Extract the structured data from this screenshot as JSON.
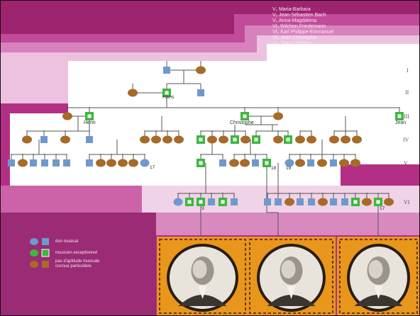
{
  "notes": [
    "V₁ Maria-Barbara",
    "V₁ Jean-Sébastien Bach",
    "V₂ Anna-Magdalena",
    "VI₁ Wilchen Friedemann",
    "VI₂ Karl Philippe-Emmanuel",
    "VI₃ Jean Christophe",
    "VI₄ Jean Chrétien"
  ],
  "names": {
    "hans": "Hans",
    "henri": "Henri",
    "christophe": "Christophe",
    "jean": "Jean"
  },
  "generations": [
    "I",
    "II",
    "III",
    "IV",
    "V",
    "VI"
  ],
  "numbers": {
    "n17a": "17",
    "n18": "18",
    "n19": "19",
    "n3": "3",
    "n17b": "17"
  },
  "legend": {
    "don": "don musical",
    "exceptionnel": "musicien exceptionnel",
    "pas_line1": "pas d'aptitude musicale",
    "pas_line2": "connue particulière"
  },
  "portraits": [
    "portrait-carl-philipp-emanuel",
    "portrait-johann-sebastian",
    "portrait-johann-christian"
  ],
  "colors": {
    "musical_gift": "#6f99cc",
    "exceptional": "#3cb83c",
    "no_aptitude": "#a86a28",
    "magenta": "#c43a93",
    "frame_orange": "#e8961c"
  }
}
